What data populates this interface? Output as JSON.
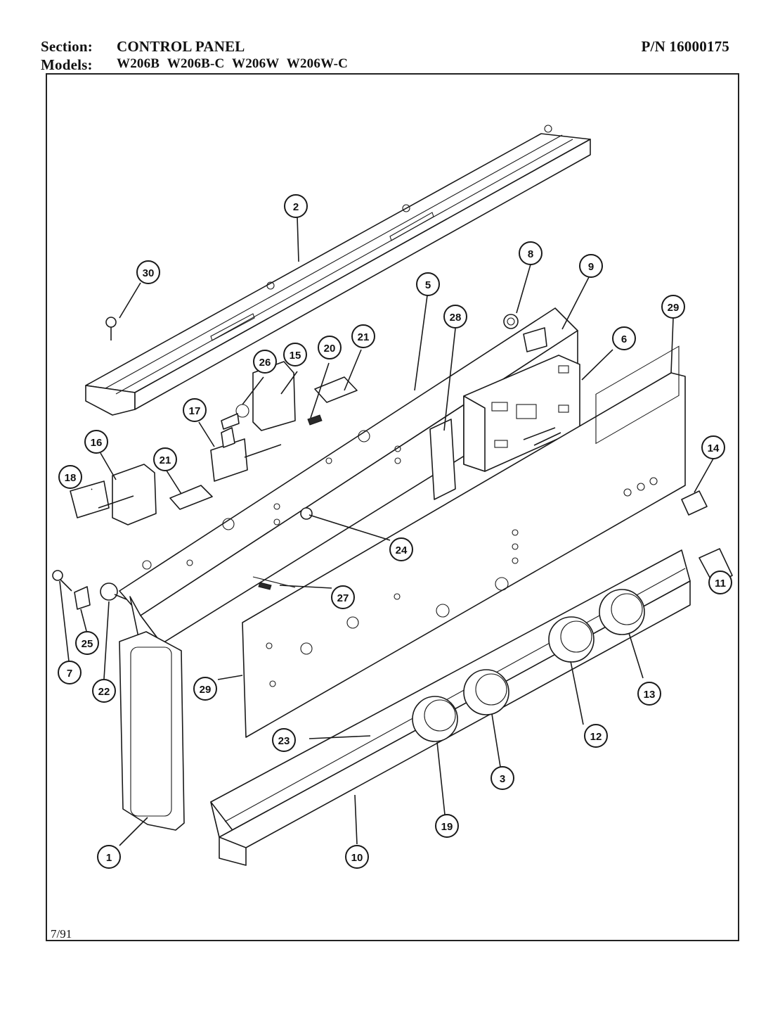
{
  "header": {
    "section_label": "Section:",
    "section_value": "CONTROL PANEL",
    "pn": "P/N 16000175",
    "models_label": "Models:",
    "models_value": "W206B W206B-C W206W W206W-C"
  },
  "footer": {
    "date": "7/91"
  },
  "callouts": [
    "1",
    "2",
    "3",
    "5",
    "6",
    "7",
    "8",
    "9",
    "10",
    "11",
    "12",
    "13",
    "14",
    "15",
    "16",
    "17",
    "18",
    "19",
    "20",
    "21",
    "21",
    "22",
    "23",
    "24",
    "25",
    "26",
    "27",
    "28",
    "29",
    "29",
    "30"
  ]
}
